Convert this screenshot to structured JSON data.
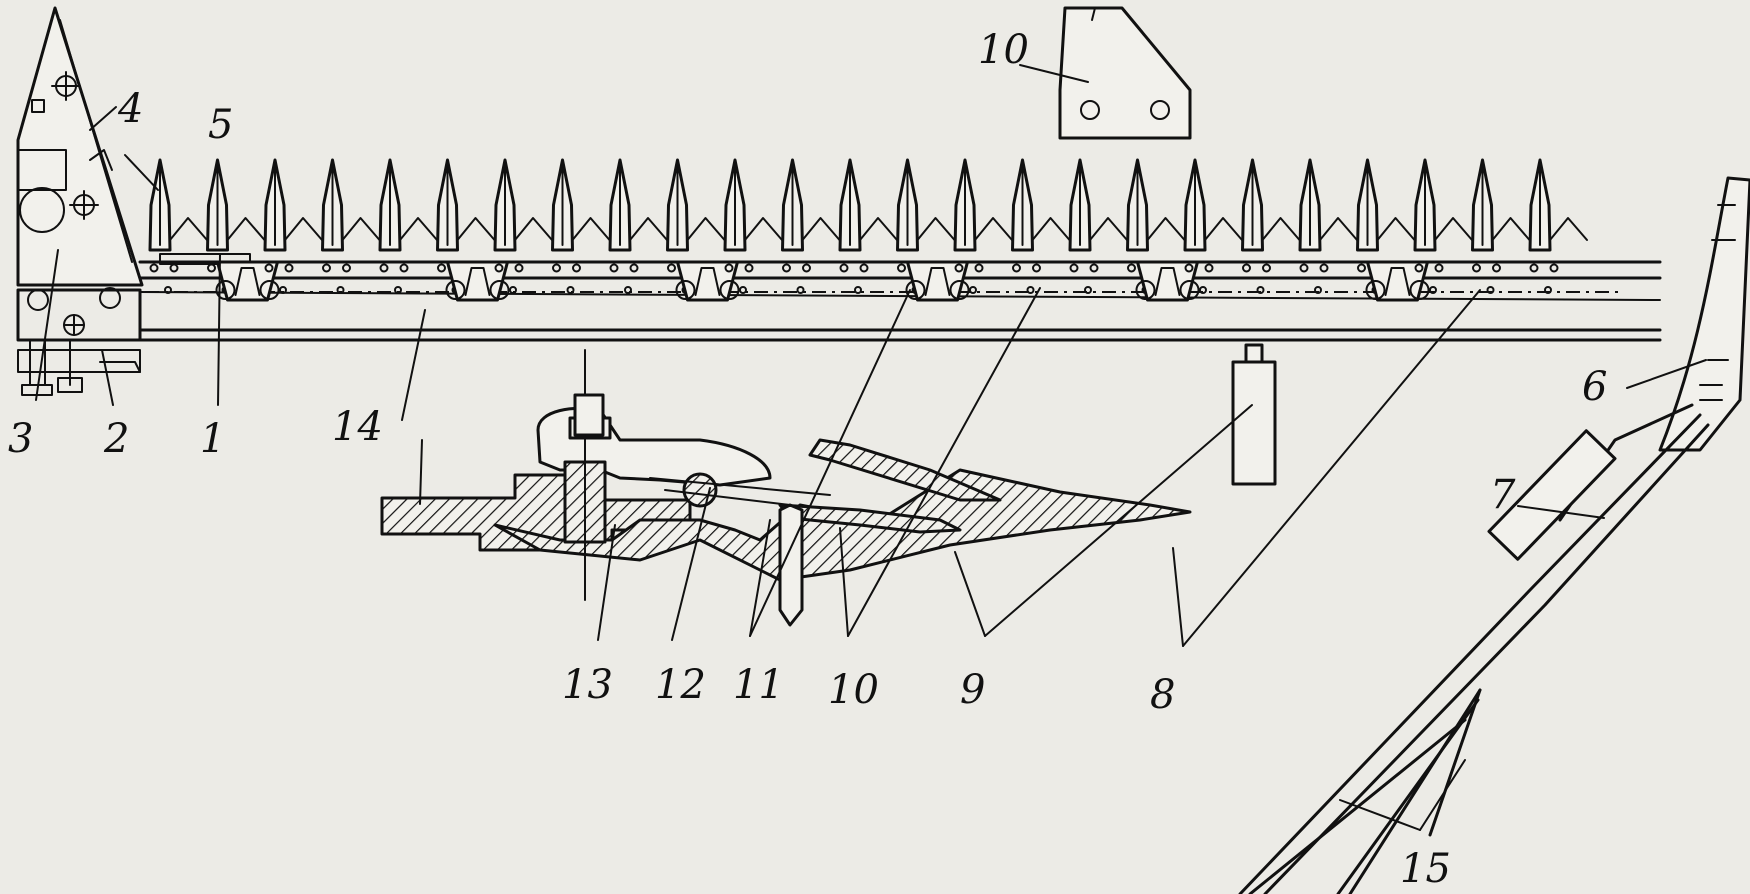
{
  "diagram": {
    "labels": {
      "l1": "1",
      "l2": "2",
      "l3": "3",
      "l4": "4",
      "l5": "5",
      "l6": "6",
      "l7": "7",
      "l8": "8",
      "l9": "9",
      "l10_top": "10",
      "l10_bottom": "10",
      "l11": "11",
      "l12": "12",
      "l13": "13",
      "l14": "14",
      "l15": "15"
    },
    "colors": {
      "ink": "#111111",
      "paper": "#ecebe6"
    }
  }
}
